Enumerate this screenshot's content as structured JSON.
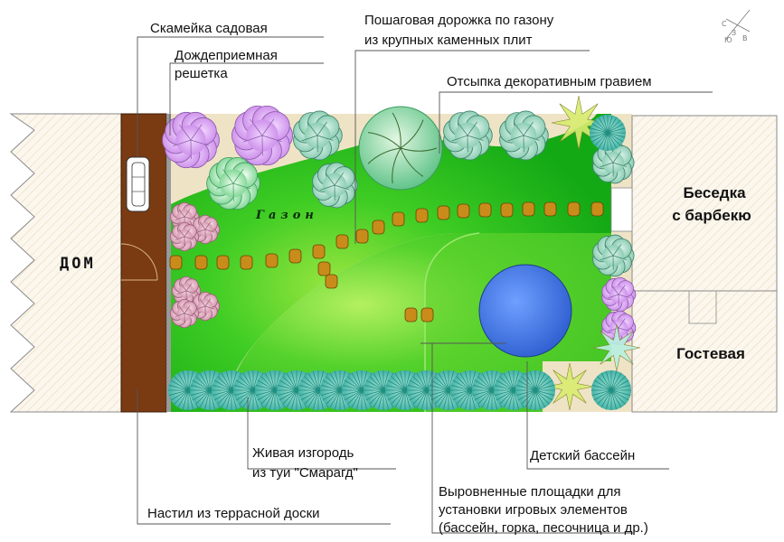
{
  "labels": {
    "bench": "Скамейка садовая",
    "path_line1": "Пошаговая дорожка по газону",
    "path_line2": "из крупных каменных плит",
    "drain_line1": "Дождеприемная",
    "drain_line2": "решетка",
    "gravel": "Отсыпка декоративным гравием",
    "lawn": "Газон",
    "house": "ДОМ",
    "gazebo_line1": "Беседка",
    "gazebo_line2": "с барбекю",
    "guest": "Гостевая",
    "hedge_line1": "Живая изгородь",
    "hedge_line2": "из туи \"Смарагд\"",
    "pool": "Детский бассейн",
    "deck": "Настил из террасной доски",
    "play_line1": "Выровненные площадки для",
    "play_line2": "установки игровых элементов",
    "play_line3": "(бассейн, горка, песочница и др.)"
  },
  "compass": [
    "С",
    "Ю",
    "В",
    "З"
  ],
  "colors": {
    "lawn": "#1fb81f",
    "lawn_light": "#7cde3c",
    "gravel": "#efe3c6",
    "deck": "#7a3a12",
    "pool": "#4a7ae0",
    "stone": "#c98c1a",
    "thuja": "#6fcfc0",
    "shrub_pink": "#d8a0b4",
    "shrub_lilac": "#d9a8ee"
  }
}
